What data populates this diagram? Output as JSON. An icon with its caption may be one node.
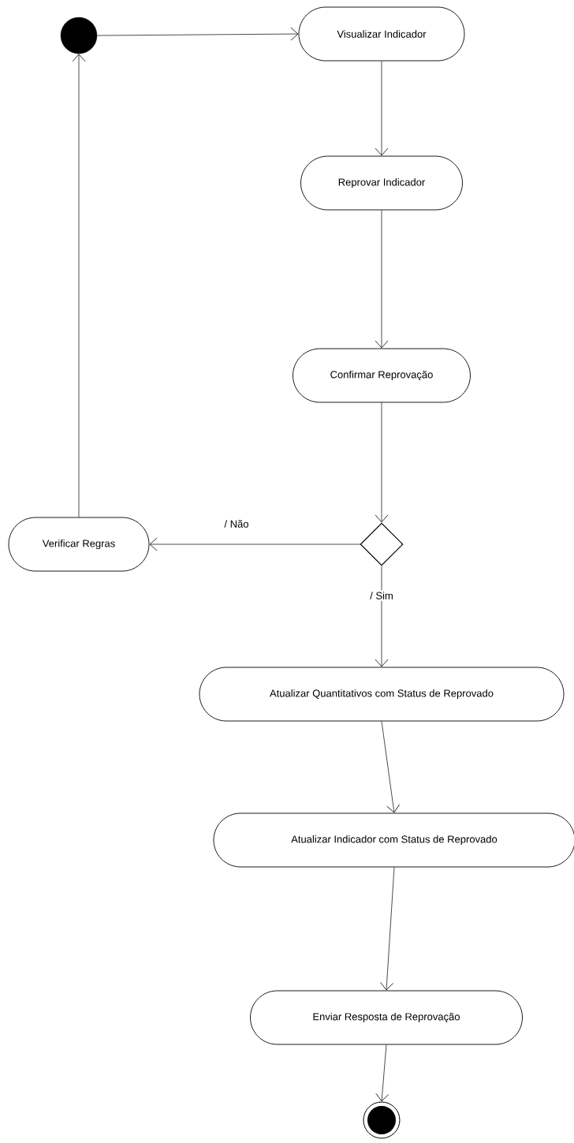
{
  "diagram": {
    "nodes": [
      {
        "text": [],
        "shape": "circle"
      },
      {
        "text": [
          "Visualizar Indicador"
        ]
      },
      {
        "text": [
          "Reprovar Indicador"
        ]
      },
      {
        "text": [
          "Confirmar Reprovação"
        ]
      },
      {
        "text": [],
        "shape": "diamond"
      },
      {
        "text": [
          "Verificar Regras"
        ]
      },
      {
        "text": [
          "Atualizar Quantitativos com Status de Reprovado"
        ]
      },
      {
        "text": [
          "Atualizar Indicador com Status de Reprovado"
        ]
      },
      {
        "text": [
          "Enviar Resposta de Reprovação"
        ]
      },
      {
        "text": [],
        "shape": "circle"
      }
    ],
    "edges": [
      {
        "from": 0,
        "to": 1,
        "arrow": "to"
      },
      {
        "from": 1,
        "to": 2,
        "arrow": "to"
      },
      {
        "from": 2,
        "to": 3,
        "arrow": "to"
      },
      {
        "from": 3,
        "to": 4,
        "arrow": "to"
      },
      {
        "from": 4,
        "to": 5,
        "arrow": "to",
        "label": "/ Não"
      },
      {
        "from": 5,
        "to": 0,
        "arrow": "to"
      },
      {
        "from": 4,
        "to": 6,
        "arrow": "to",
        "label": "/ Sim"
      },
      {
        "from": 6,
        "to": 7,
        "arrow": "to"
      },
      {
        "from": 7,
        "to": 8,
        "arrow": "to"
      },
      {
        "from": 8,
        "to": 9,
        "arrow": "to"
      }
    ]
  }
}
